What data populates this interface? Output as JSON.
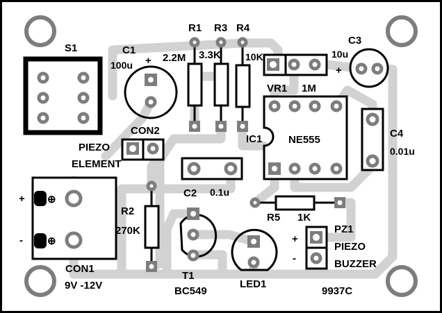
{
  "board_id": "9937C",
  "components": {
    "S1": {
      "ref": "S1"
    },
    "C1": {
      "ref": "C1",
      "value": "100u",
      "polarity": "+"
    },
    "R1": {
      "ref": "R1",
      "value": "2.2M"
    },
    "R3": {
      "ref": "R3",
      "value": "3.3K"
    },
    "R4": {
      "ref": "R4",
      "value": "10K"
    },
    "VR1": {
      "ref": "VR1",
      "value": "1M"
    },
    "C3": {
      "ref": "C3",
      "value": "10u",
      "polarity": "+"
    },
    "IC1": {
      "ref": "IC1",
      "value": "NE555"
    },
    "C4": {
      "ref": "C4",
      "value": "0.01u"
    },
    "CON2": {
      "ref": "CON2",
      "desc_line1": "PIEZO",
      "desc_line2": "ELEMENT"
    },
    "C2": {
      "ref": "C2",
      "value": "0.1u"
    },
    "CON1": {
      "ref": "CON1",
      "value": "9V -12V",
      "plus": "+",
      "minus": "-",
      "terminal_symbol": "⊕"
    },
    "R2": {
      "ref": "R2",
      "value": "270K"
    },
    "T1": {
      "ref": "T1",
      "value": "BC549"
    },
    "LED1": {
      "ref": "LED1"
    },
    "R5": {
      "ref": "R5",
      "value": "1K"
    },
    "PZ1": {
      "ref": "PZ1",
      "desc_line1": "PIEZO",
      "desc_line2": "BUZZER",
      "plus": "+",
      "minus": "-"
    }
  },
  "colors": {
    "trace": "#d2d2d2",
    "pad": "#7d7d7d",
    "silkscreen": "#000000"
  }
}
